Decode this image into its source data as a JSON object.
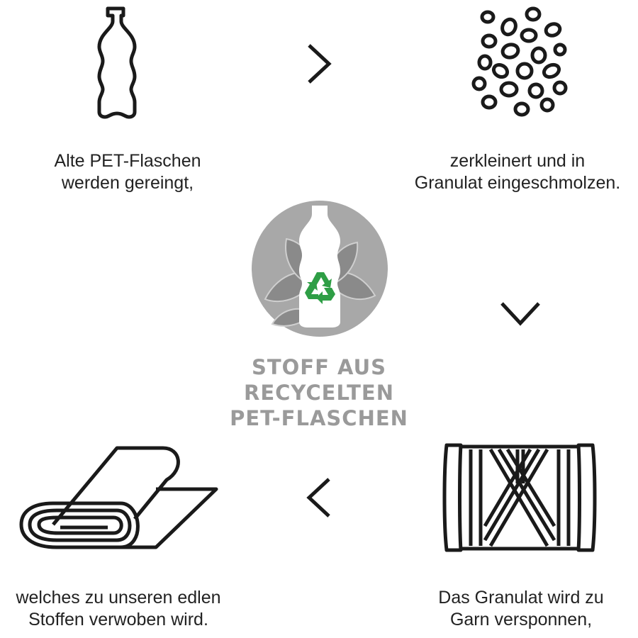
{
  "steps": [
    {
      "id": "bottles",
      "line1": "Alte PET-Flaschen",
      "line2": "werden gereingt,"
    },
    {
      "id": "granulate",
      "line1": "zerkleinert und in",
      "line2": "Granulat eingeschmolzen."
    },
    {
      "id": "yarn",
      "line1": "Das Granulat wird zu",
      "line2": "Garn versponnen,"
    },
    {
      "id": "fabric",
      "line1": "welches zu unseren edlen",
      "line2": "Stoffen verwoben wird."
    }
  ],
  "center": {
    "line1": "STOFF AUS",
    "line2": "RECYCELTEN",
    "line3": "PET-FLASCHEN",
    "icon": "recycled-bottle-badge-icon"
  },
  "arrows": [
    "chevron-right-icon",
    "chevron-down-icon",
    "chevron-left-icon"
  ],
  "colors": {
    "line": "#1a1a1a",
    "badge": "#a8a8a8",
    "leaf": "#8a8a8a",
    "recycle": "#2e9e45",
    "title": "#9a9a9a"
  }
}
